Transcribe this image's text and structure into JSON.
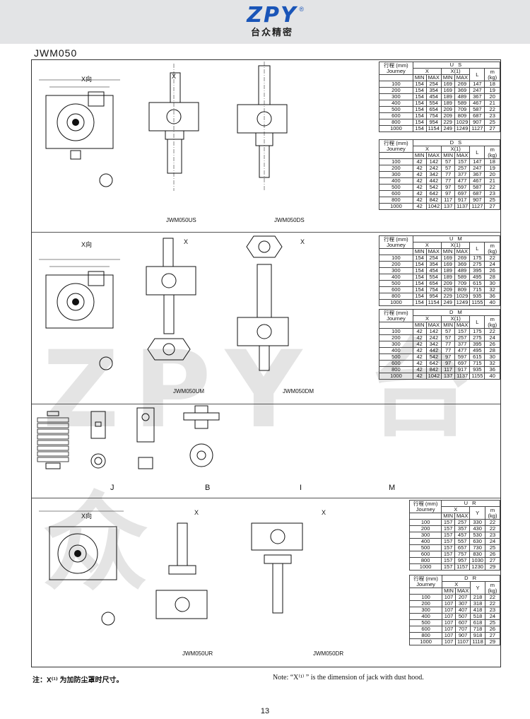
{
  "header": {
    "logo": "ZPY",
    "reg": "®",
    "company": "台众精密"
  },
  "model": "JWM050",
  "x_dir": "X向",
  "x_arrow": "X",
  "captions": {
    "us": "JWM050US",
    "ds": "JWM050DS",
    "um": "JWM050UM",
    "dm": "JWM050DM",
    "ur": "JWM050UR",
    "dr": "JWM050DR"
  },
  "accessories": {
    "j": "J",
    "b": "B",
    "i": "I",
    "m": "M"
  },
  "table_head": {
    "stroke": "行程 (mm) Journey",
    "x": "X",
    "x1": "X(1)",
    "min": "MIN",
    "max": "MAX",
    "l": "L",
    "y": "Y",
    "m": "m (kg)"
  },
  "tables": {
    "us": {
      "title": "U S",
      "rows": [
        [
          "100",
          "154",
          "254",
          "169",
          "269",
          "147",
          "18"
        ],
        [
          "200",
          "154",
          "354",
          "169",
          "369",
          "247",
          "19"
        ],
        [
          "300",
          "154",
          "454",
          "189",
          "489",
          "367",
          "20"
        ],
        [
          "400",
          "154",
          "554",
          "189",
          "589",
          "467",
          "21"
        ],
        [
          "500",
          "154",
          "654",
          "209",
          "709",
          "587",
          "22"
        ],
        [
          "600",
          "154",
          "754",
          "209",
          "809",
          "687",
          "23"
        ],
        [
          "800",
          "154",
          "954",
          "229",
          "1029",
          "907",
          "25"
        ],
        [
          "1000",
          "154",
          "1154",
          "249",
          "1249",
          "1127",
          "27"
        ]
      ]
    },
    "ds": {
      "title": "D S",
      "rows": [
        [
          "100",
          "42",
          "142",
          "57",
          "157",
          "147",
          "18"
        ],
        [
          "200",
          "42",
          "242",
          "57",
          "257",
          "247",
          "19"
        ],
        [
          "300",
          "42",
          "342",
          "77",
          "377",
          "367",
          "20"
        ],
        [
          "400",
          "42",
          "442",
          "77",
          "477",
          "467",
          "21"
        ],
        [
          "500",
          "42",
          "542",
          "97",
          "597",
          "587",
          "22"
        ],
        [
          "600",
          "42",
          "642",
          "97",
          "697",
          "687",
          "23"
        ],
        [
          "800",
          "42",
          "842",
          "117",
          "917",
          "907",
          "25"
        ],
        [
          "1000",
          "42",
          "1042",
          "137",
          "1137",
          "1127",
          "27"
        ]
      ]
    },
    "um": {
      "title": "U M",
      "rows": [
        [
          "100",
          "154",
          "254",
          "169",
          "269",
          "175",
          "22"
        ],
        [
          "200",
          "154",
          "354",
          "169",
          "369",
          "275",
          "24"
        ],
        [
          "300",
          "154",
          "454",
          "189",
          "489",
          "395",
          "26"
        ],
        [
          "400",
          "154",
          "554",
          "189",
          "589",
          "495",
          "28"
        ],
        [
          "500",
          "154",
          "654",
          "209",
          "709",
          "615",
          "30"
        ],
        [
          "600",
          "154",
          "754",
          "209",
          "809",
          "715",
          "32"
        ],
        [
          "800",
          "154",
          "954",
          "229",
          "1029",
          "935",
          "36"
        ],
        [
          "1000",
          "154",
          "1154",
          "249",
          "1249",
          "1155",
          "40"
        ]
      ]
    },
    "dm": {
      "title": "D M",
      "rows": [
        [
          "100",
          "42",
          "142",
          "57",
          "157",
          "175",
          "22"
        ],
        [
          "200",
          "42",
          "242",
          "57",
          "257",
          "275",
          "24"
        ],
        [
          "300",
          "42",
          "342",
          "77",
          "377",
          "395",
          "26"
        ],
        [
          "400",
          "42",
          "442",
          "77",
          "477",
          "495",
          "28"
        ],
        [
          "500",
          "42",
          "542",
          "97",
          "597",
          "615",
          "30"
        ],
        [
          "600",
          "42",
          "642",
          "97",
          "697",
          "715",
          "32"
        ],
        [
          "800",
          "42",
          "842",
          "117",
          "917",
          "935",
          "36"
        ],
        [
          "1000",
          "42",
          "1042",
          "137",
          "1137",
          "1155",
          "40"
        ]
      ]
    },
    "ur": {
      "title": "U R",
      "rows": [
        [
          "100",
          "157",
          "257",
          "330",
          "22"
        ],
        [
          "200",
          "157",
          "357",
          "430",
          "22"
        ],
        [
          "300",
          "157",
          "457",
          "530",
          "23"
        ],
        [
          "400",
          "157",
          "557",
          "630",
          "24"
        ],
        [
          "500",
          "157",
          "657",
          "730",
          "25"
        ],
        [
          "600",
          "157",
          "757",
          "830",
          "26"
        ],
        [
          "800",
          "157",
          "957",
          "1030",
          "27"
        ],
        [
          "1000",
          "157",
          "1157",
          "1230",
          "29"
        ]
      ]
    },
    "dr": {
      "title": "D R",
      "rows": [
        [
          "100",
          "107",
          "207",
          "218",
          "22"
        ],
        [
          "200",
          "107",
          "307",
          "318",
          "22"
        ],
        [
          "300",
          "107",
          "407",
          "418",
          "23"
        ],
        [
          "400",
          "107",
          "507",
          "518",
          "24"
        ],
        [
          "500",
          "107",
          "607",
          "618",
          "25"
        ],
        [
          "600",
          "107",
          "707",
          "718",
          "26"
        ],
        [
          "800",
          "107",
          "907",
          "918",
          "27"
        ],
        [
          "1000",
          "107",
          "1107",
          "1118",
          "29"
        ]
      ]
    }
  },
  "note_cn": "注：X⁽¹⁾ 为加防尘罩时尺寸。",
  "note_en": "Note: “X⁽¹⁾ ” is the dimension of jack with dust hood.",
  "page_number": "13",
  "watermark": "ZPY 台众",
  "colors": {
    "brand": "#1a55b8",
    "header_bg": "#e3e4e6"
  }
}
